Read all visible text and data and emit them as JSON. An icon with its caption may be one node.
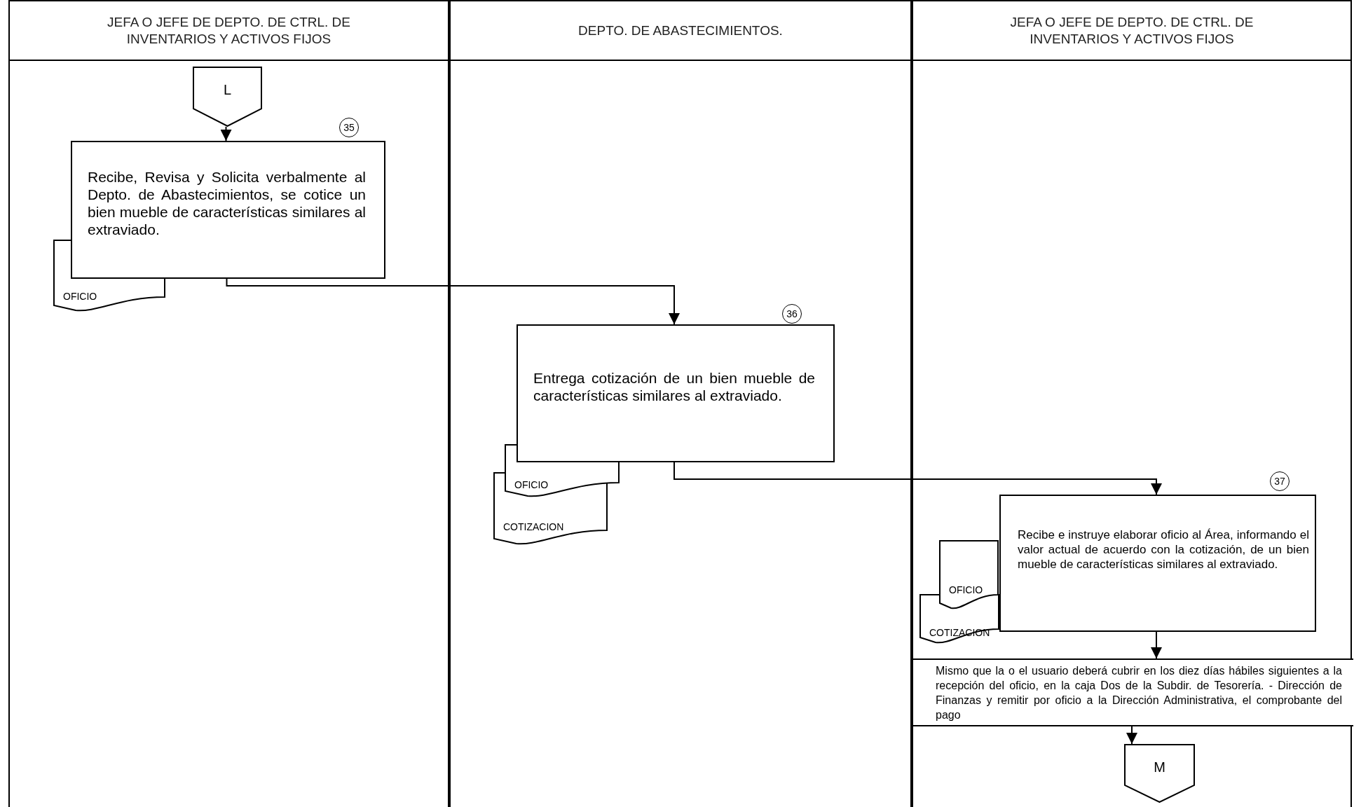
{
  "diagram": {
    "nodes": [
      {
        "text": [
          "JEFA O JEFE DE DEPTO. DE CTRL. DE INVENTARIOS Y ACTIVOS FIJOS"
        ]
      },
      {
        "text": [
          "DEPTO. DE ABASTECIMIENTOS."
        ]
      },
      {
        "text": [
          "JEFA O JEFE DE DEPTO. DE CTRL. DE INVENTARIOS Y ACTIVOS FIJOS"
        ]
      },
      {
        "text": [
          "L"
        ],
        "in": 0
      },
      {
        "text": [
          "Recibe, Revisa y Solicita verbalmente al Depto. de Abastecimientos, se cotice un bien mueble de características similares al extraviado."
        ],
        "beside": [
          "35"
        ],
        "in": 0
      },
      {
        "text": [
          "OFICIO"
        ],
        "in": 0
      },
      {
        "text": [
          "Entrega cotización de un bien mueble de características similares al extraviado."
        ],
        "beside": [
          "36"
        ],
        "in": 1
      },
      {
        "text": [
          "OFICIO"
        ],
        "in": 1
      },
      {
        "text": [
          "COTIZACION"
        ],
        "in": 1
      },
      {
        "text": [
          "Recibe e instruye elaborar oficio al Área, informando el valor actual de acuerdo con la cotización, de un bien mueble de características similares al extraviado."
        ],
        "beside": [
          "37"
        ],
        "in": 2
      },
      {
        "text": [
          "OFICIO"
        ],
        "in": 2
      },
      {
        "text": [
          "COTIZACION"
        ],
        "in": 2
      },
      {
        "text": [
          "Mismo que la o el usuario deberá cubrir en los diez días hábiles siguientes a la recepción del oficio, en la caja Dos de la Subdir. de Tesorería. - Dirección de Finanzas y remitir por oficio a la Dirección Administrativa, el comprobante del pago"
        ],
        "in": 2
      },
      {
        "text": [
          "M"
        ],
        "in": 2
      }
    ],
    "edges": [
      {
        "from": 3,
        "to": 4,
        "arrow": "to"
      },
      {
        "from": 4,
        "to": 6,
        "arrow": "to"
      },
      {
        "from": 6,
        "to": 9,
        "arrow": "to"
      },
      {
        "from": 9,
        "to": 12,
        "arrow": "to"
      },
      {
        "from": 12,
        "to": 13,
        "arrow": "to"
      }
    ]
  }
}
